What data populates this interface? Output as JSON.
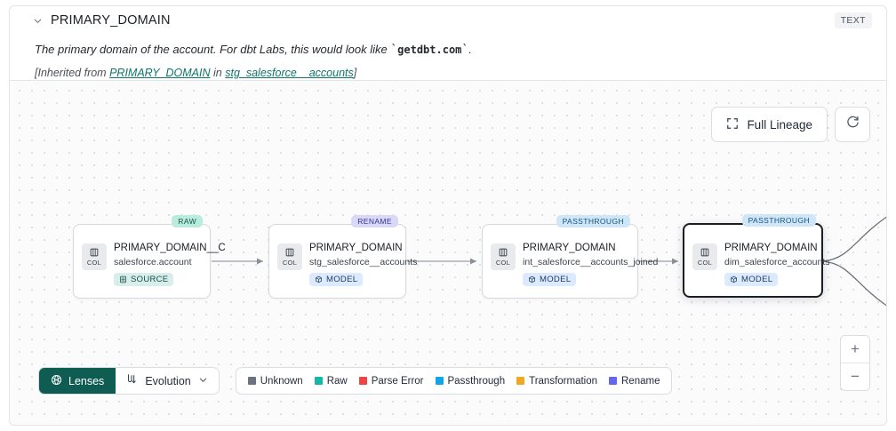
{
  "header": {
    "chevron_icon": "chevron-down-icon",
    "column_name": "PRIMARY_DOMAIN",
    "type_badge": "TEXT",
    "description_pre": "The primary domain of the account. For dbt Labs, this would look like ",
    "description_code": "getdbt.com",
    "description_post": ".",
    "inherited_pre": "[Inherited from ",
    "inherited_link1": "PRIMARY_DOMAIN",
    "inherited_mid": " in ",
    "inherited_link2": "stg_salesforce__accounts",
    "inherited_post": "]"
  },
  "controls": {
    "full_lineage_label": "Full Lineage",
    "full_lineage_icon": "expand-icon",
    "refresh_icon": "refresh-icon",
    "zoom_in_label": "+",
    "zoom_out_label": "−"
  },
  "graph": {
    "nodes": [
      {
        "tag": "RAW",
        "tag_kind": "raw",
        "icon_label": "COL",
        "name": "PRIMARY_DOMAIN__C",
        "subtitle": "salesforce.account",
        "pill_label": "SOURCE",
        "pill_kind": "source",
        "pill_icon": "database-icon",
        "selected": false
      },
      {
        "tag": "RENAME",
        "tag_kind": "rename",
        "icon_label": "COL",
        "name": "PRIMARY_DOMAIN",
        "subtitle": "stg_salesforce__accounts",
        "pill_label": "MODEL",
        "pill_kind": "model",
        "pill_icon": "cube-icon",
        "selected": false
      },
      {
        "tag": "PASSTHROUGH",
        "tag_kind": "passthrough",
        "icon_label": "COL",
        "name": "PRIMARY_DOMAIN",
        "subtitle": "int_salesforce__accounts_joined",
        "pill_label": "MODEL",
        "pill_kind": "model",
        "pill_icon": "cube-icon",
        "selected": false
      },
      {
        "tag": "PASSTHROUGH",
        "tag_kind": "passthrough",
        "icon_label": "COL",
        "name": "PRIMARY_DOMAIN",
        "subtitle": "dim_salesforce_accounts",
        "pill_label": "MODEL",
        "pill_kind": "model",
        "pill_icon": "cube-icon",
        "selected": true
      }
    ]
  },
  "toolbar": {
    "lenses_label": "Lenses",
    "lenses_icon": "lens-icon",
    "evolution_label": "Evolution",
    "evolution_icon": "evolution-icon",
    "evolution_chevron": "chevron-down-icon"
  },
  "legend": {
    "items": [
      {
        "label": "Unknown",
        "color": "#6b7280"
      },
      {
        "label": "Raw",
        "color": "#14b8a6"
      },
      {
        "label": "Parse Error",
        "color": "#ef4444"
      },
      {
        "label": "Passthrough",
        "color": "#0ea5e9"
      },
      {
        "label": "Transformation",
        "color": "#f0a821"
      },
      {
        "label": "Rename",
        "color": "#6366f1"
      }
    ]
  }
}
